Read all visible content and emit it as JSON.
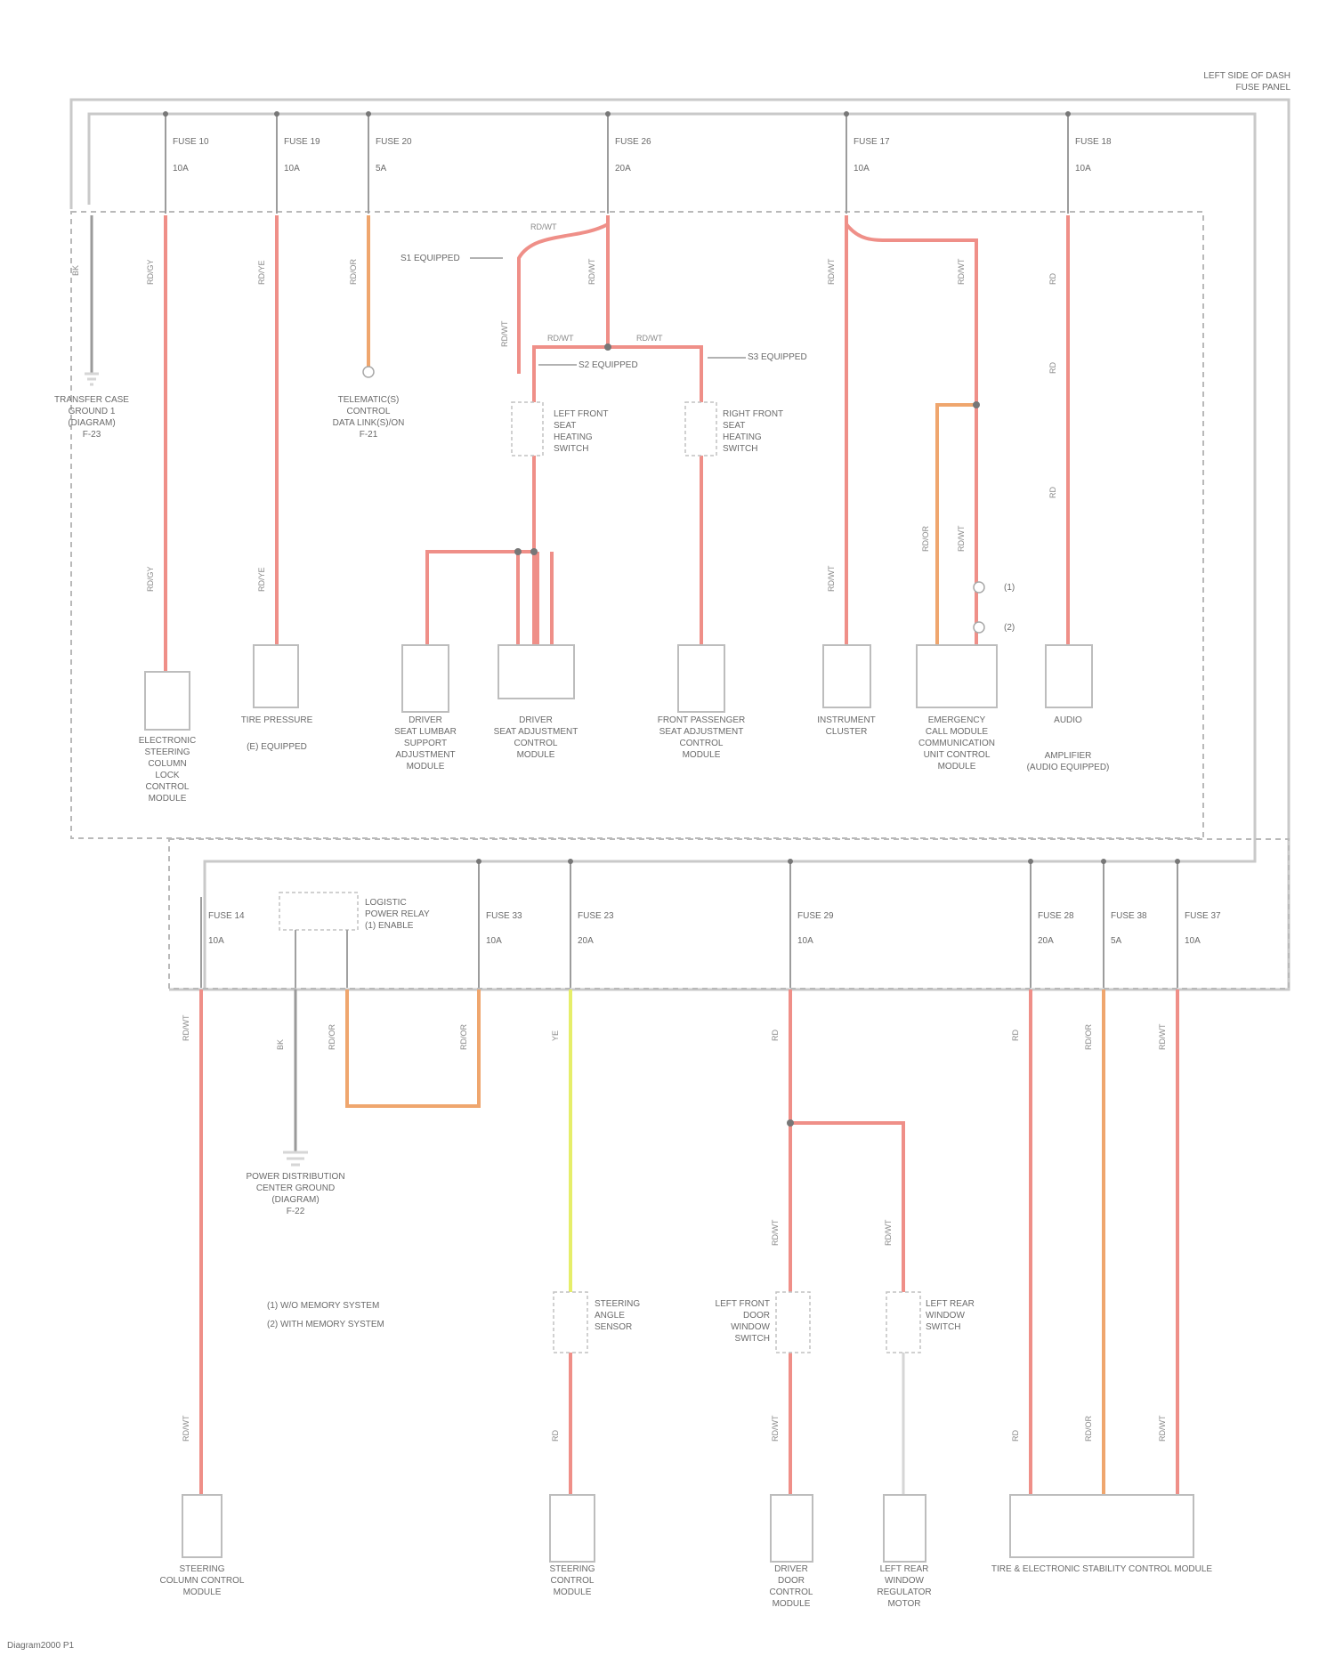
{
  "header": {
    "location_line1": "LEFT SIDE OF DASH",
    "location_line2": "FUSE PANEL"
  },
  "top_fuses": [
    {
      "name": "FUSE 10",
      "rating": "10A"
    },
    {
      "name": "FUSE 19",
      "rating": "10A"
    },
    {
      "name": "FUSE 20",
      "rating": "5A"
    },
    {
      "name": "FUSE 26",
      "rating": "20A"
    },
    {
      "name": "FUSE 17",
      "rating": "10A"
    },
    {
      "name": "FUSE 18",
      "rating": "10A"
    }
  ],
  "bottom_fuses": [
    {
      "name": "FUSE 14",
      "rating": "10A"
    },
    {
      "name": "FUSE 33",
      "rating": "10A"
    },
    {
      "name": "FUSE 23",
      "rating": "20A"
    },
    {
      "name": "FUSE 29",
      "rating": "10A"
    },
    {
      "name": "FUSE 28",
      "rating": "20A"
    },
    {
      "name": "FUSE 38",
      "rating": "5A"
    },
    {
      "name": "FUSE 37",
      "rating": "10A"
    }
  ],
  "relay": {
    "line1": "LOGISTIC",
    "line2": "POWER RELAY",
    "line3": "(1) ENABLE"
  },
  "wires": {
    "ground": "BK",
    "rd_gy": "RD/GY",
    "rd_ye": "RD/YE",
    "rd_wt": "RD/WT",
    "rd_or": "RD/OR",
    "ye": "YE",
    "rd": "RD"
  },
  "splices": {
    "s1": "S1 EQUIPPED",
    "s2": "S2 EQUIPPED",
    "s3": "S3 EQUIPPED"
  },
  "components_top": {
    "ground": [
      "TRANSFER CASE",
      "GROUND 1",
      "(DIAGRAM)",
      "F-23"
    ],
    "telematic": [
      "TELEMATIC(S)",
      "CONTROL",
      "DATA LINK(S)/ON",
      "F-21"
    ],
    "left_seat_sw": [
      "LEFT FRONT",
      "SEAT",
      "HEATING",
      "SWITCH"
    ],
    "right_seat_sw": [
      "RIGHT FRONT",
      "SEAT",
      "HEATING",
      "SWITCH"
    ],
    "esclm": [
      "ELECTRONIC",
      "STEERING",
      "COLUMN",
      "LOCK",
      "CONTROL",
      "MODULE"
    ],
    "tire_pressure": [
      "TIRE PRESSURE",
      "(E) EQUIPPED"
    ],
    "driver_lumbar": [
      "DRIVER",
      "SEAT LUMBAR",
      "SUPPORT",
      "ADJUSTMENT",
      "MODULE"
    ],
    "driver_seat_adj": [
      "DRIVER",
      "SEAT ADJUSTMENT",
      "CONTROL",
      "MODULE"
    ],
    "pass_seat_adj": [
      "FRONT PASSENGER",
      "SEAT ADJUSTMENT",
      "CONTROL",
      "MODULE"
    ],
    "inst_cluster": [
      "INSTRUMENT",
      "CLUSTER"
    ],
    "emergency": [
      "EMERGENCY",
      "CALL MODULE",
      "COMMUNICATION",
      "UNIT CONTROL",
      "MODULE"
    ],
    "audio": [
      "AUDIO",
      "AMPLIFIER",
      "(AUDIO EQUIPPED)"
    ]
  },
  "components_bottom": {
    "steering_col": [
      "STEERING",
      "COLUMN CONTROL",
      "MODULE"
    ],
    "ground2": [
      "POWER DISTRIBUTION",
      "CENTER GROUND",
      "(DIAGRAM)",
      "F-22"
    ],
    "legend1": "(1) W/O MEMORY SYSTEM",
    "legend2": "(2) WITH MEMORY SYSTEM",
    "steer_angle_sensor": [
      "STEERING",
      "ANGLE",
      "SENSOR"
    ],
    "steer_ctrl": [
      "STEERING",
      "CONTROL",
      "MODULE"
    ],
    "lf_door_switch": [
      "LEFT FRONT",
      "DOOR",
      "WINDOW",
      "SWITCH"
    ],
    "lf_door_module": [
      "DRIVER",
      "DOOR",
      "CONTROL",
      "MODULE"
    ],
    "lr_window_sw": [
      "LEFT REAR",
      "WINDOW",
      "SWITCH"
    ],
    "lr_window_motor": [
      "LEFT REAR",
      "WINDOW",
      "REGULATOR",
      "MOTOR"
    ],
    "tpcm": "TIRE & ELECTRONIC STABILITY CONTROL MODULE"
  },
  "footer": "Diagram2000 P1"
}
